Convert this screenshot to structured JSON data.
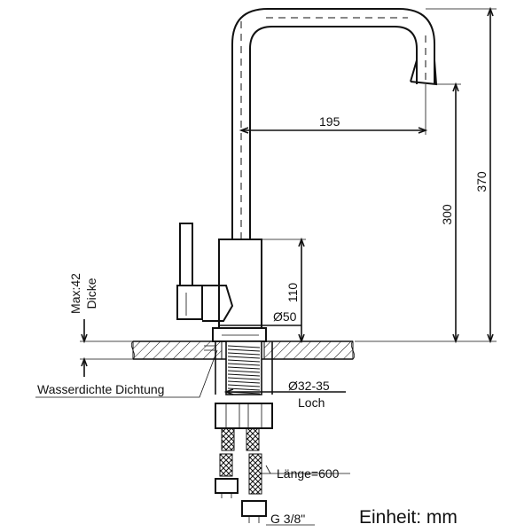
{
  "dimensions": {
    "reach": "195",
    "height_total": "370",
    "height_spout": "300",
    "body_height": "110",
    "body_diameter": "Ø50",
    "hole_diameter": "Ø32-35",
    "hole_label": "Loch",
    "max_thickness": "Max:42",
    "thickness_label": "Dicke",
    "seal_label": "Wasserdichte Dichtung",
    "hose_length": "Länge=600",
    "thread": "G 3/8\""
  },
  "unit_label": "Einheit: mm"
}
